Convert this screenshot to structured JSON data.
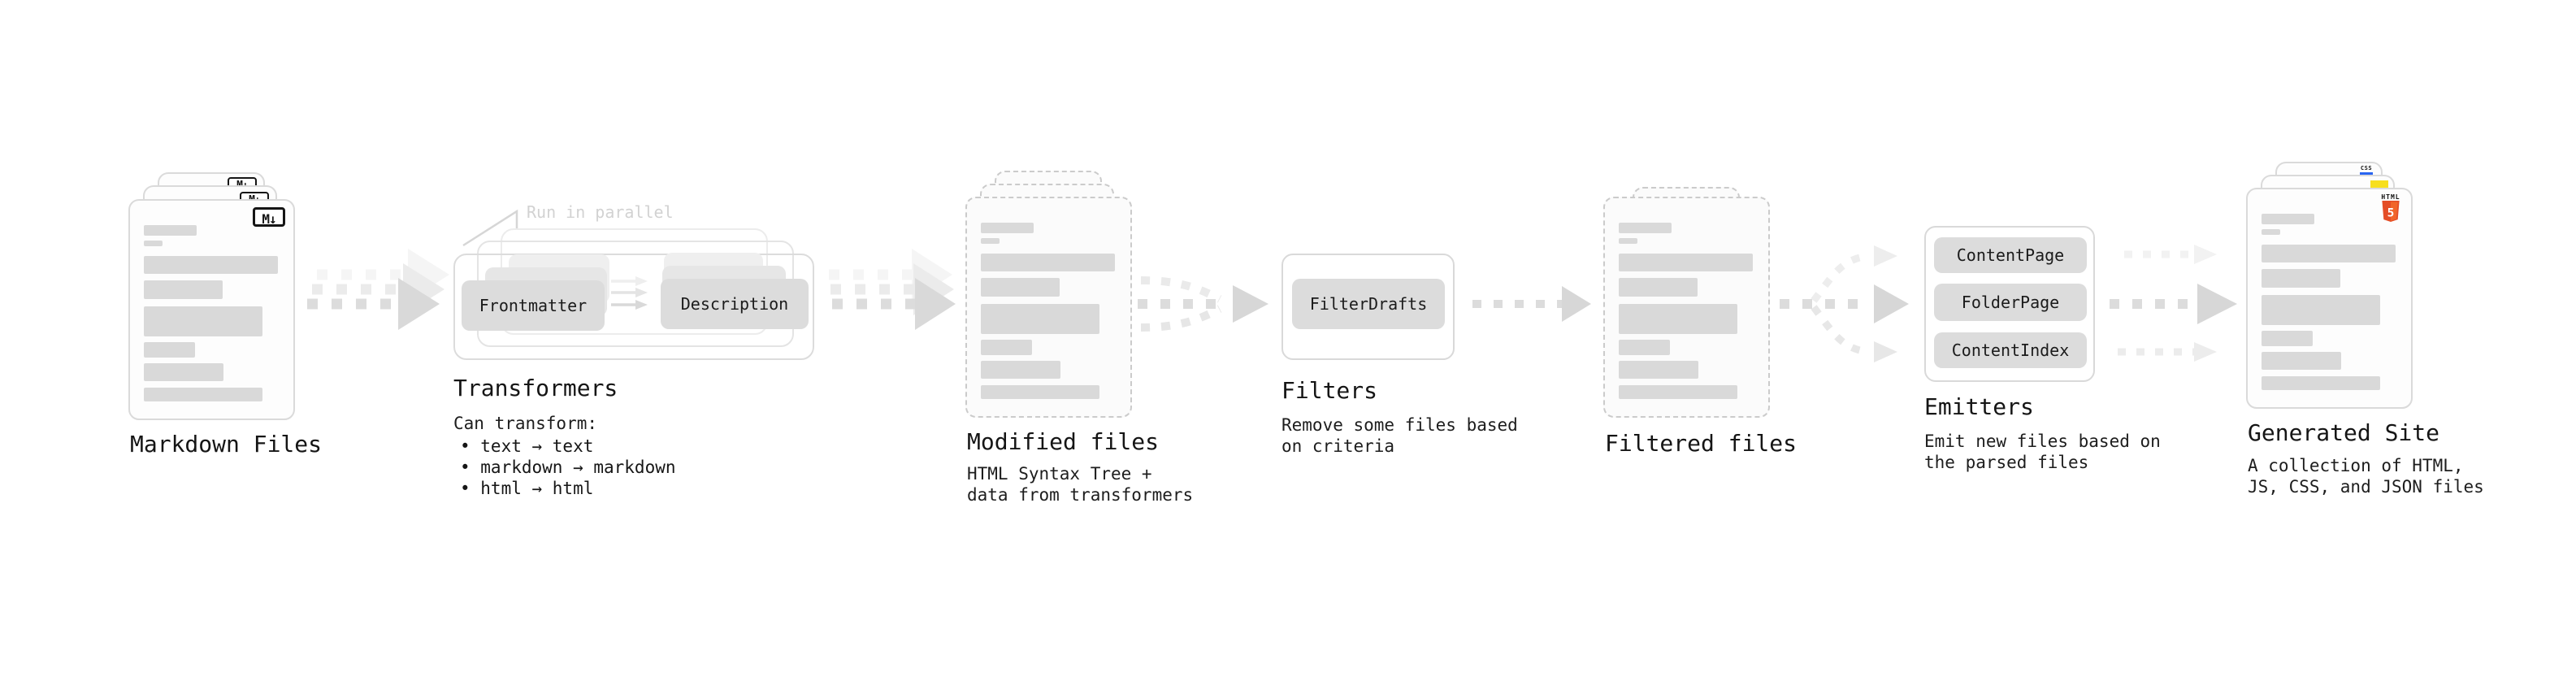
{
  "stages": {
    "markdown": {
      "label": "Markdown Files",
      "file_icon": "M↓"
    },
    "transformers": {
      "label": "Transformers",
      "callout": "Run in parallel",
      "node1": "Frontmatter",
      "node2": "Description",
      "desc_title": "Can transform:",
      "bullets": [
        "• text → text",
        "• markdown → markdown",
        "• html → html"
      ]
    },
    "modified": {
      "label": "Modified files",
      "desc1": "HTML Syntax Tree +",
      "desc2": "data from transformers"
    },
    "filters": {
      "label": "Filters",
      "node1": "FilterDrafts",
      "desc1": "Remove some files based",
      "desc2": "on criteria"
    },
    "filtered": {
      "label": "Filtered files"
    },
    "emitters": {
      "label": "Emitters",
      "node1": "ContentPage",
      "node2": "FolderPage",
      "node3": "ContentIndex",
      "desc1": "Emit new files based on",
      "desc2": "the parsed files"
    },
    "generated": {
      "label": "Generated Site",
      "desc1": "A collection of HTML,",
      "desc2": "JS, CSS, and JSON files",
      "html_icon_label": "HTML",
      "html_icon_number": "5",
      "css_icon_label": "CSS"
    }
  },
  "colors": {
    "background": "#ffffff",
    "card_border": "#dadada",
    "dashed_card_border": "#cbcbcb",
    "placeholder_gray": "#d9d9d9",
    "node_gray": "#dcdcdc",
    "arrow_gray": "#dcdcdc",
    "arrow_ghost_gray": "#efefef",
    "muted_callout": "#d2d2d2",
    "text": "#161616",
    "html5_orange": "#e44d26",
    "html5_orange_light": "#f16529",
    "js_yellow": "#f7df1e",
    "css_blue": "#2965f1"
  }
}
